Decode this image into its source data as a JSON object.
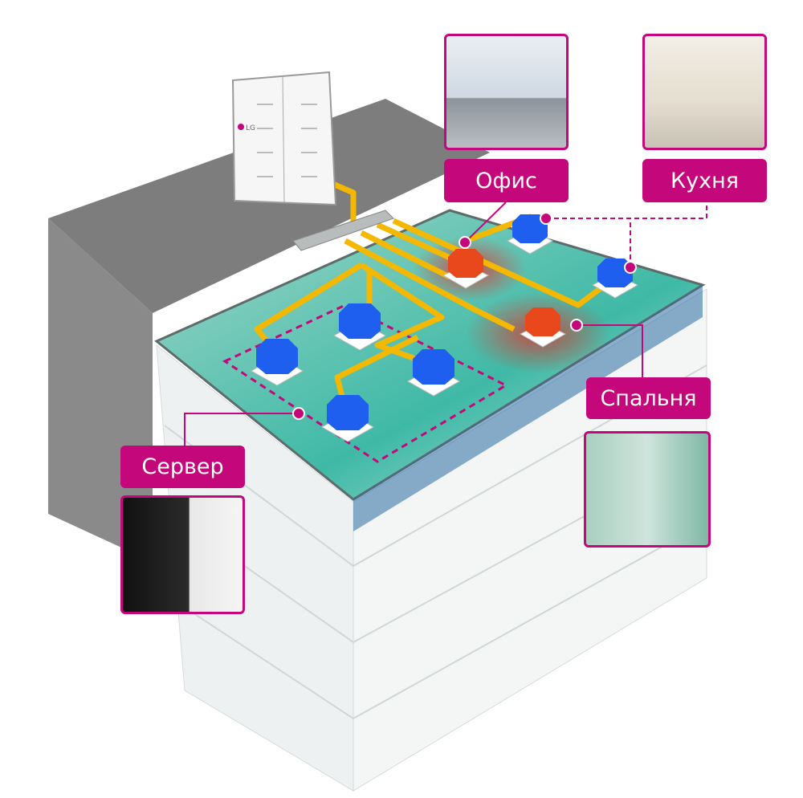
{
  "labels": {
    "office": "Офис",
    "kitchen": "Кухня",
    "bedroom": "Спальня",
    "server": "Сервер"
  },
  "outdoor_unit_logo": "LG",
  "colors": {
    "accent": "#c4077a",
    "pipe": "#f5b800",
    "cooling_unit": "#1f5ff0",
    "heating_unit": "#e8481c",
    "building": "#7a7a7a"
  }
}
